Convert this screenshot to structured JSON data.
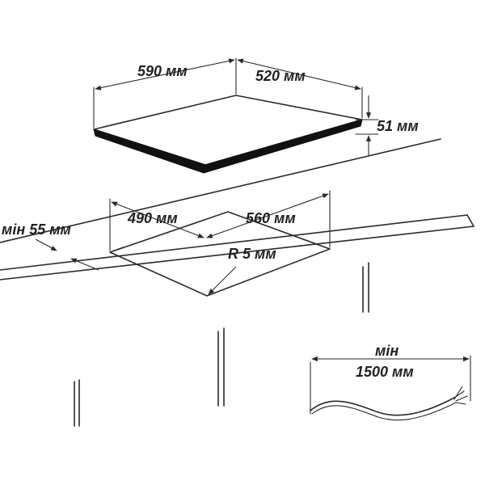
{
  "colors": {
    "line": "#2a2a2a",
    "hob_edge": "#111111",
    "text": "#222222"
  },
  "labels": {
    "width": "590 мм",
    "depth": "520 мм",
    "height": "51 мм",
    "cutout_width": "490 мм",
    "cutout_depth": "560 мм",
    "min_gap": "мін 55 мм",
    "radius": "R 5 мм",
    "cable_min": "мін",
    "cable_length": "1500 мм"
  }
}
